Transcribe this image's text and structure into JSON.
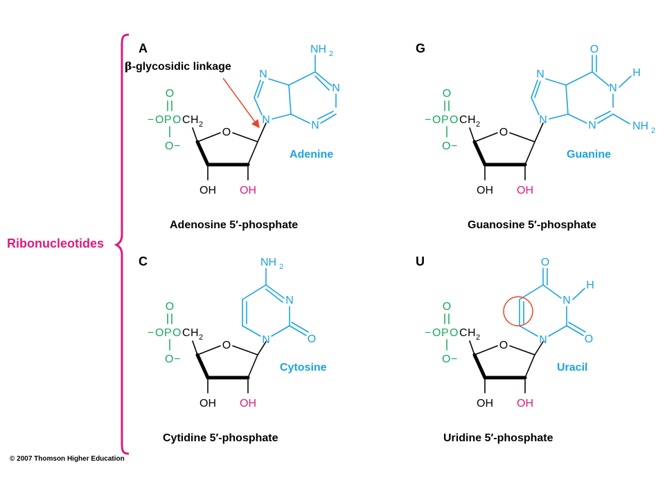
{
  "group_label": "Ribonucleotides",
  "annotation": {
    "beta": "β",
    "text": "-glycosidic linkage"
  },
  "copyright": "© 2007 Thomson Higher Education",
  "colors": {
    "green": "#16a95a",
    "blue": "#1aa3df",
    "magenta": "#e0197d",
    "bracket": "#e0197d",
    "arrow": "#e8452c",
    "circle": "#e8452c"
  },
  "atoms": {
    "o": "O",
    "minus": "−",
    "p": "P",
    "c": "C",
    "h2": "2",
    "oh": "OH",
    "n": "N",
    "h": "H",
    "nh": "NH",
    "o_ring": "O"
  },
  "panels": [
    {
      "letter": "A",
      "base_name": "Adenine",
      "nucleotide": "Adenosine 5′-phosphate"
    },
    {
      "letter": "G",
      "base_name": "Guanine",
      "nucleotide": "Guanosine 5′-phosphate"
    },
    {
      "letter": "C",
      "base_name": "Cytosine",
      "nucleotide": "Cytidine 5′-phosphate"
    },
    {
      "letter": "U",
      "base_name": "Uracil",
      "nucleotide": "Uridine 5′-phosphate"
    }
  ]
}
